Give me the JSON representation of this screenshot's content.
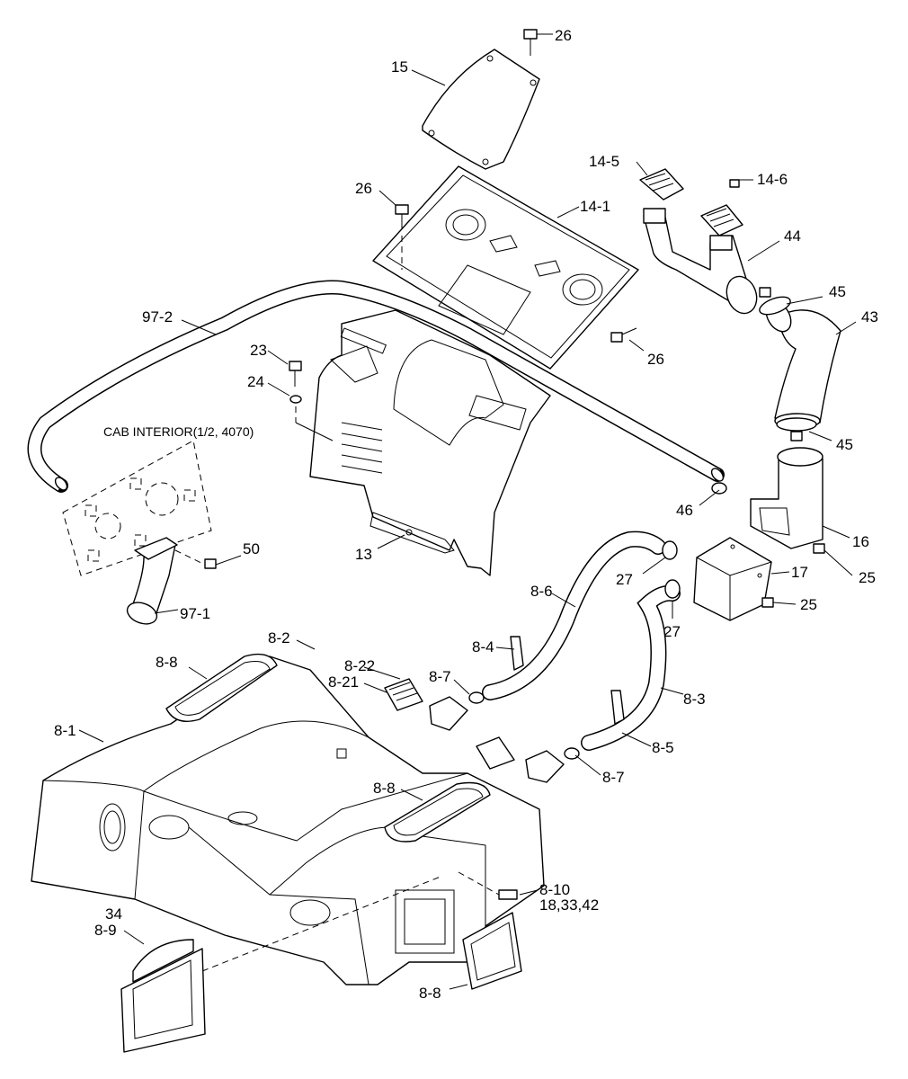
{
  "note": "CAB INTERIOR(1/2, 4070)",
  "callouts": {
    "c26a": "26",
    "c15": "15",
    "c14_5": "14-5",
    "c14_6": "14-6",
    "c26b": "26",
    "c14_1": "14-1",
    "c44": "44",
    "c45a": "45",
    "c43": "43",
    "c97_2": "97-2",
    "c26c": "26",
    "c23": "23",
    "c24": "24",
    "c45b": "45",
    "c46": "46",
    "c16": "16",
    "c50": "50",
    "c13": "13",
    "c27a": "27",
    "c17": "17",
    "c25a": "25",
    "c8_6": "8-6",
    "c25b": "25",
    "c97_1": "97-1",
    "c27b": "27",
    "c8_2": "8-2",
    "c8_4": "8-4",
    "c8_8a": "8-8",
    "c8_22": "8-22",
    "c8_21": "8-21",
    "c8_7a": "8-7",
    "c8_3": "8-3",
    "c8_1": "8-1",
    "c8_5": "8-5",
    "c8_7b": "8-7",
    "c8_8b": "8-8",
    "c8_10": "8-10",
    "c18_33_42": "18,33,42",
    "c34": "34",
    "c8_9": "8-9",
    "c8_8c": "8-8"
  }
}
